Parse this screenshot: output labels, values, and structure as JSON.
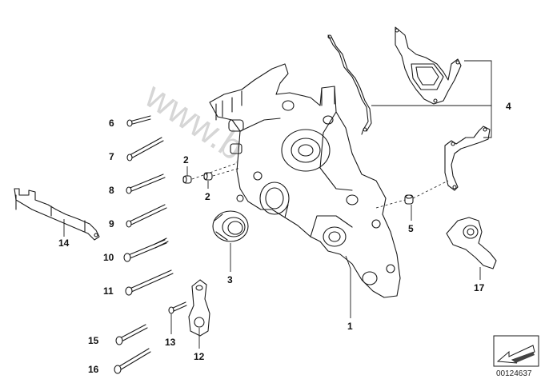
{
  "watermark": "www.bmwfans.pl",
  "image_number": "00124637",
  "callouts": {
    "c1": "1",
    "c2a": "2",
    "c2b": "2",
    "c3": "3",
    "c4": "4",
    "c5": "5",
    "c6": "6",
    "c7": "7",
    "c8": "8",
    "c9": "9",
    "c10": "10",
    "c11": "11",
    "c12": "12",
    "c13": "13",
    "c14": "14",
    "c15": "15",
    "c16": "16",
    "c17": "17"
  },
  "icons": {
    "nav": "arrow-icon"
  }
}
